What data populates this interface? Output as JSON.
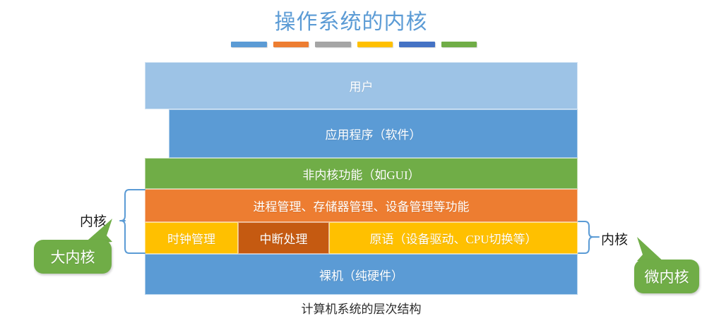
{
  "title": {
    "text": "操作系统的内核",
    "color": "#5B9BD5"
  },
  "title_rule": {
    "segments": [
      {
        "name": "light-blue",
        "color": "#5B9BD5"
      },
      {
        "name": "orange",
        "color": "#ED7D31"
      },
      {
        "name": "gray",
        "color": "#A5A5A5"
      },
      {
        "name": "gold",
        "color": "#FFC000"
      },
      {
        "name": "blue",
        "color": "#4472C4"
      },
      {
        "name": "green",
        "color": "#70AD47"
      }
    ]
  },
  "diagram": {
    "caption": "计算机系统的层次结构",
    "layers": [
      {
        "id": "user",
        "label": "用户",
        "color": "#9DC3E6"
      },
      {
        "id": "app",
        "label": "应用程序（软件）",
        "color": "#5B9BD5"
      },
      {
        "id": "nonkernel",
        "label": "非内核功能（如GUI）",
        "color": "#70AD47"
      },
      {
        "id": "mgmt",
        "label": "进程管理、存储器管理、设备管理等功能",
        "color": "#ED7D31"
      },
      {
        "id": "bare",
        "label": "裸机（纯硬件）",
        "color": "#5B9BD5"
      }
    ],
    "kernel_row": [
      {
        "id": "clock",
        "label": "时钟管理",
        "color": "#FFC000"
      },
      {
        "id": "interrupt",
        "label": "中断处理",
        "color": "#C55A11"
      },
      {
        "id": "primitive",
        "label": "原语（设备驱动、CPU切换等）",
        "color": "#FFC000"
      }
    ]
  },
  "annotations": {
    "brace_color": "#5B9BD5",
    "left": {
      "brace_label": "内核",
      "callout": "大内核",
      "callout_color": "#70AD47"
    },
    "right": {
      "brace_label": "内核",
      "callout": "微内核",
      "callout_color": "#70AD47"
    }
  }
}
